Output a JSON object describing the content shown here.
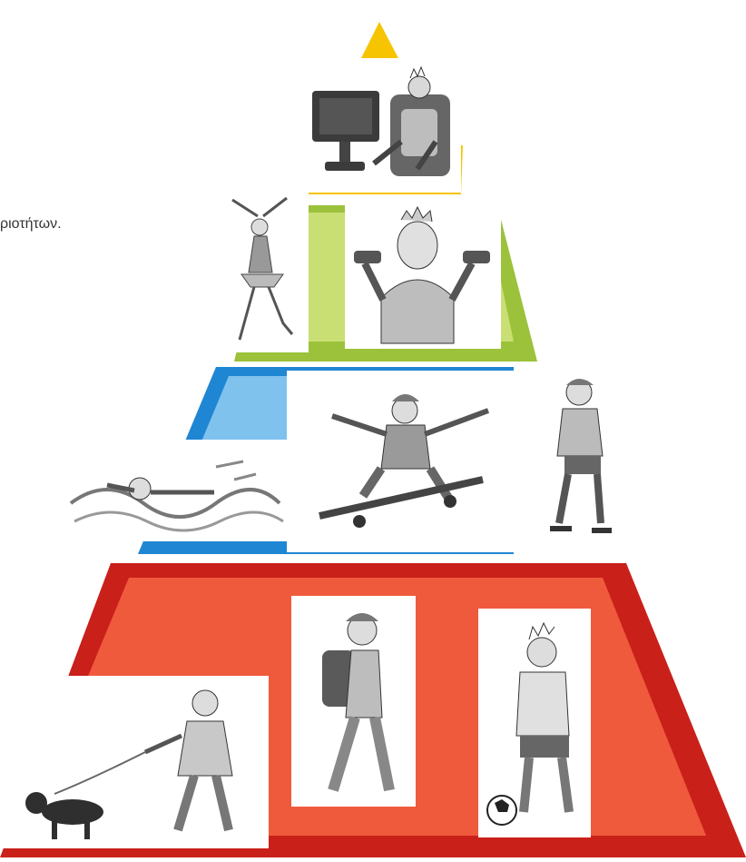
{
  "caption": "ριοτήτων.",
  "pyramid": {
    "tiers": [
      {
        "name": "top",
        "color": "#f6c400",
        "activities": [
          "watching-tv-in-armchair"
        ]
      },
      {
        "name": "upper-middle",
        "color": "#9cc13a",
        "activities": [
          "dancing",
          "lifting-dumbbells"
        ]
      },
      {
        "name": "lower-middle",
        "color": "#2b8fd6",
        "activities": [
          "swimming",
          "skateboarding",
          "inline-skating"
        ]
      },
      {
        "name": "base",
        "color": "#d9281e",
        "activities": [
          "walking-the-dog",
          "walking-with-backpack",
          "playing-football"
        ]
      }
    ]
  },
  "colors": {
    "yellow": "#f6c400",
    "green_light": "#c7dd6a",
    "green": "#9cc13a",
    "blue_light": "#7fc2ee",
    "blue": "#1f86d3",
    "red_light": "#ef5a3c",
    "red": "#c9201a",
    "ink": "#3a3a3a"
  }
}
